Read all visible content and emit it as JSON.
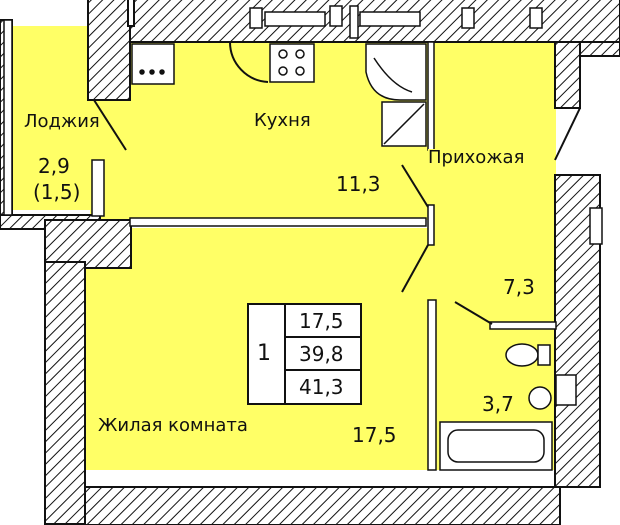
{
  "rooms": {
    "loggia": {
      "name": "Лоджия",
      "area": "2,9",
      "reduced_area": "(1,5)"
    },
    "kitchen": {
      "name": "Кухня",
      "area": "11,3"
    },
    "hallway": {
      "name": "Прихожая",
      "area": "7,3"
    },
    "bathroom": {
      "area": "3,7"
    },
    "living": {
      "name": "Жилая комната",
      "area": "17,5"
    }
  },
  "summary": {
    "rooms_count": "1",
    "living_area": "17,5",
    "total_area": "39,8",
    "total_with_loggia": "41,3"
  },
  "colors": {
    "room_fill": "#ffff66",
    "wall": "#111111",
    "background": "#ffffff"
  }
}
